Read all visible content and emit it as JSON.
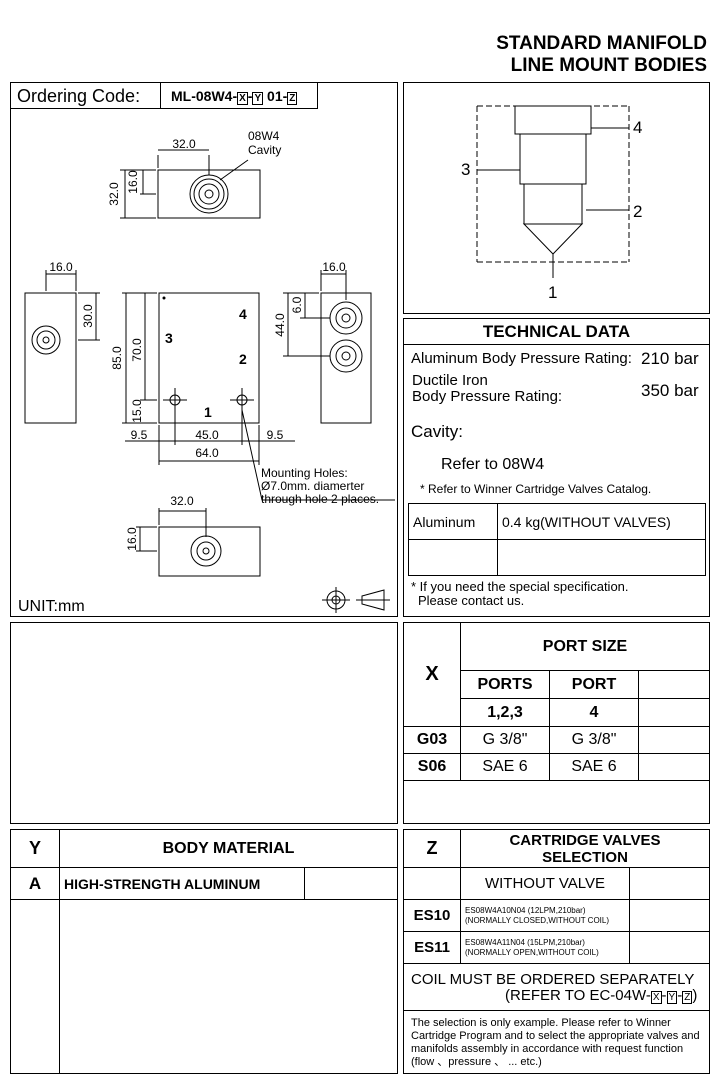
{
  "header": {
    "line1": "STANDARD MANIFOLD",
    "line2": "LINE MOUNT BODIES"
  },
  "ordering": {
    "label": "Ordering Code:",
    "code_prefix": "ML-08W4-",
    "x": "X",
    "y": "Y",
    "mid": "01-",
    "z": "Z"
  },
  "drawing": {
    "cavity_label_1": "08W4",
    "cavity_label_2": "Cavity",
    "dims": {
      "d32a": "32.0",
      "d16a": "16.0",
      "d32b": "32.0",
      "d16b": "16.0",
      "d30": "30.0",
      "d85": "85.0",
      "d70": "70.0",
      "d15": "15.0",
      "d95a": "9.5",
      "d45": "45.0",
      "d95b": "9.5",
      "d64": "64.0",
      "d16c": "16.0",
      "d6": "6.0",
      "d44": "44.0",
      "d32c": "32.0",
      "d16d": "16.0"
    },
    "port_labels": [
      "3",
      "4",
      "2",
      "1"
    ],
    "mounting_1": "Mounting Holes:",
    "mounting_2": "Ø7.0mm. diamerter",
    "mounting_3": "through hole 2 places.",
    "unit": "UNIT:mm"
  },
  "schematic": {
    "ports": [
      "4",
      "3",
      "2",
      "1"
    ]
  },
  "technical": {
    "title": "TECHNICAL DATA",
    "alu_label": "Aluminum Body Pressure Rating:",
    "alu_value": "210 bar",
    "iron_label_1": "Ductile Iron",
    "iron_label_2": "Body Pressure Rating:",
    "iron_value": "350 bar",
    "cavity_label": "Cavity:",
    "cavity_ref": "Refer to 08W4",
    "note": "* Refer to Winner Cartridge Valves Catalog.",
    "weight_material": "Aluminum",
    "weight_value": "0.4  kg(WITHOUT VALVES)",
    "special_1": "* If you need the special specification.",
    "special_2": "Please contact us."
  },
  "port_size": {
    "x_label": "X",
    "title": "PORT SIZE",
    "col1": "PORTS",
    "col2": "PORT",
    "col1_sub": "1,2,3",
    "col2_sub": "4",
    "rows": [
      {
        "code": "G03",
        "a": "G 3/8\"",
        "b": "G 3/8\""
      },
      {
        "code": "S06",
        "a": "SAE 6",
        "b": "SAE 6"
      }
    ]
  },
  "body_material": {
    "y_label": "Y",
    "title": "BODY MATERIAL",
    "code": "A",
    "name": "HIGH-STRENGTH ALUMINUM"
  },
  "valves": {
    "z_label": "Z",
    "title": "CARTRIDGE VALVES SELECTION",
    "without": "WITHOUT VALVE",
    "rows": [
      {
        "code": "ES10",
        "l1": "ES08W4A10N04 (12LPM,210bar)",
        "l2": "(NORMALLY CLOSED,WITHOUT COIL)"
      },
      {
        "code": "ES11",
        "l1": "ES08W4A11N04 (15LPM,210bar)",
        "l2": "(NORMALLY OPEN,WITHOUT COIL)"
      }
    ],
    "coil_1": "COIL MUST BE ORDERED SEPARATELY",
    "coil_2a": "(REFER TO EC-04W-",
    "coil_x": "X",
    "coil_y": "Y",
    "coil_z": "Z",
    "coil_2b": ")",
    "note": "The selection is only example. Please refer to Winner Cartridge Program and to select the appropriate valves and manifolds assembly in accordance with request function (flow 、pressure 、 ... etc.)"
  }
}
